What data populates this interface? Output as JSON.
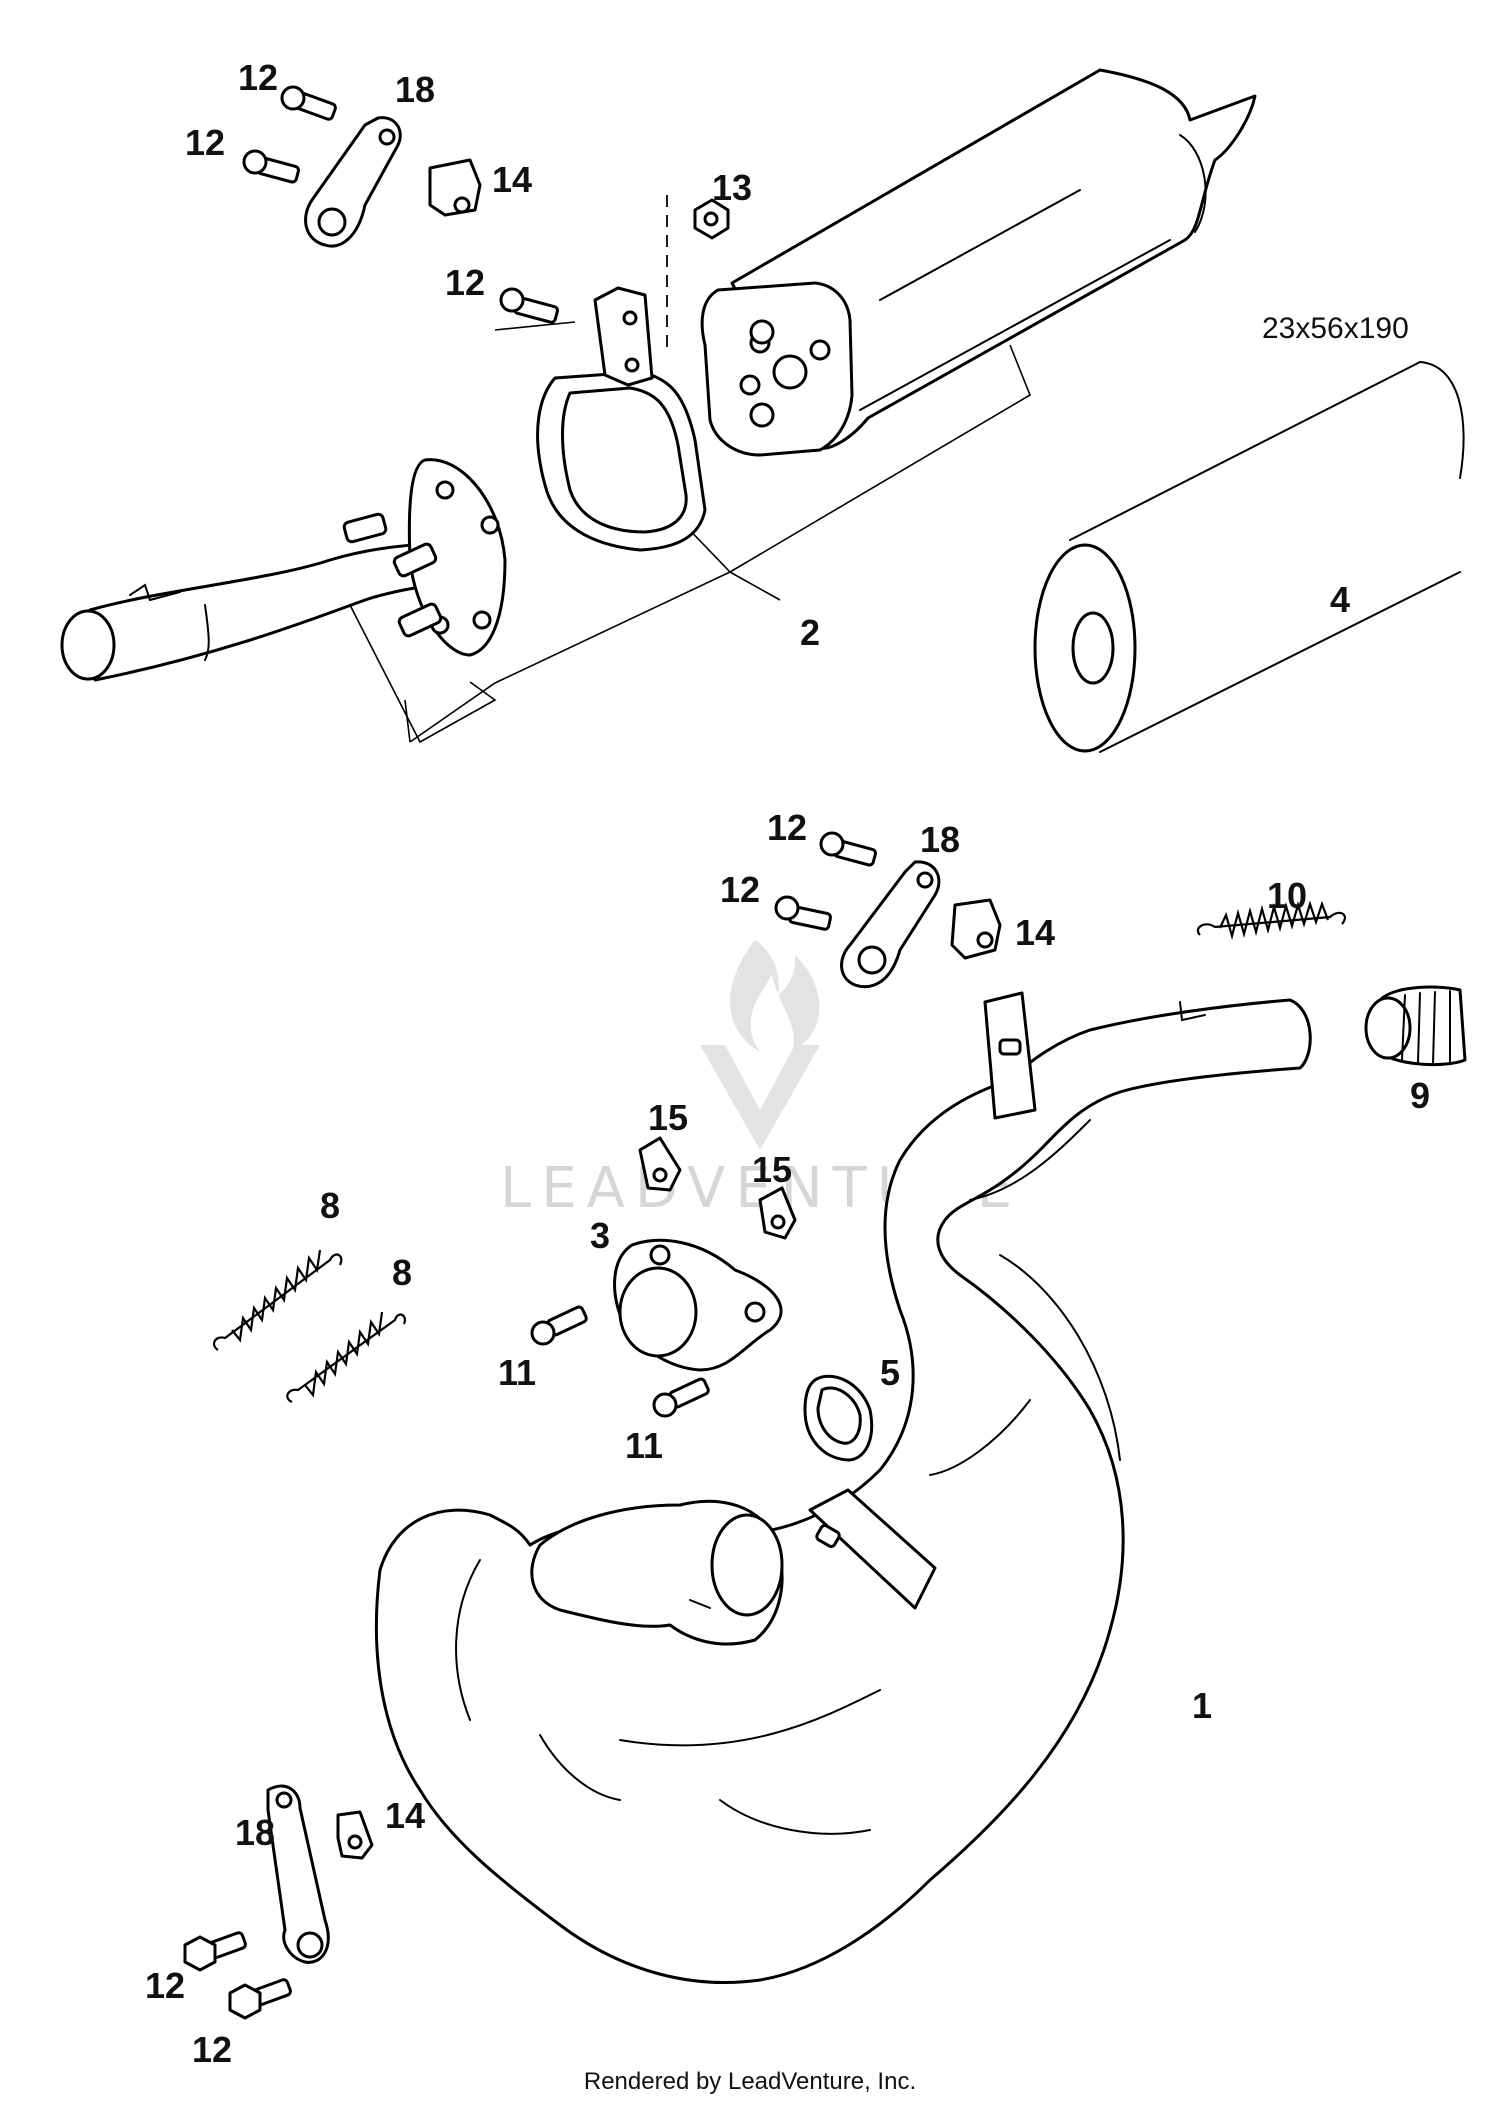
{
  "watermark": {
    "text": "LEADVENTURE"
  },
  "dimension_label": "23x56x190",
  "callouts": {
    "c1": "1",
    "c2": "2",
    "c3": "3",
    "c4": "4",
    "c5": "5",
    "c8a": "8",
    "c8b": "8",
    "c9": "9",
    "c10": "10",
    "c11a": "11",
    "c11b": "11",
    "c12a": "12",
    "c12b": "12",
    "c12c": "12",
    "c12d": "12",
    "c12e": "12",
    "c12f": "12",
    "c12g": "12",
    "c13": "13",
    "c14a": "14",
    "c14b": "14",
    "c14c": "14",
    "c15a": "15",
    "c15b": "15",
    "c18a": "18",
    "c18b": "18",
    "c18c": "18"
  },
  "footer": {
    "text": "Rendered by LeadVenture, Inc."
  },
  "icons": {
    "watermark_logo": "flame-chevron-logo-icon"
  }
}
